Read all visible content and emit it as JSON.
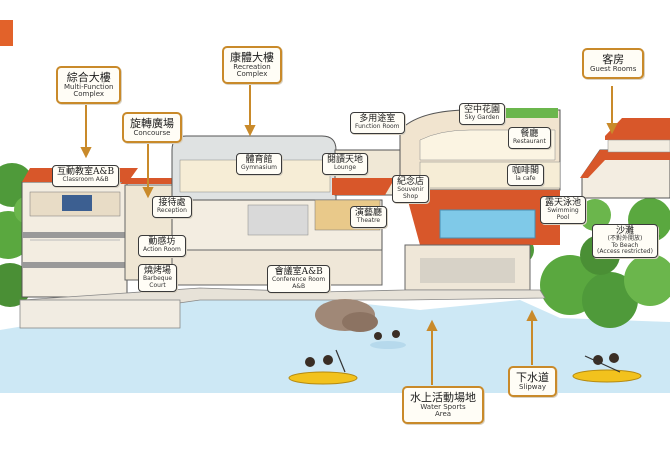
{
  "labels": {
    "multi_function": {
      "zh": "綜合大樓",
      "en1": "Multi-Function",
      "en2": "Complex"
    },
    "recreation": {
      "zh": "康體大樓",
      "en1": "Recreation",
      "en2": "Complex"
    },
    "guest_rooms": {
      "zh": "客房",
      "en1": "Guest Rooms"
    },
    "concourse": {
      "zh": "旋轉廣場",
      "en1": "Concourse"
    },
    "classroom": {
      "zh": "互動教室A&B",
      "en1": "Classroom A&B"
    },
    "gymnasium": {
      "zh": "體育館",
      "en1": "Gymnasium"
    },
    "function_room": {
      "zh": "多用途室",
      "en1": "Function Room"
    },
    "sky_garden": {
      "zh": "空中花園",
      "en1": "Sky Garden"
    },
    "restaurant": {
      "zh": "餐廳",
      "en1": "Restaurant"
    },
    "lounge": {
      "zh": "閱讀天地",
      "en1": "Lounge"
    },
    "souvenir": {
      "zh": "紀念店",
      "en1": "Souvenir",
      "en2": "Shop"
    },
    "la_cafe": {
      "zh": "咖啡閣",
      "en1": "la cafe"
    },
    "reception": {
      "zh": "接待處",
      "en1": "Reception"
    },
    "theatre": {
      "zh": "演藝廳",
      "en1": "Theatre"
    },
    "swimming_pool": {
      "zh": "露天泳池",
      "en1": "Swimming",
      "en2": "Pool"
    },
    "action_room": {
      "zh": "動感坊",
      "en1": "Action Room"
    },
    "beach": {
      "zh": "沙灘",
      "en1": "(不對外開放)",
      "en2": "To Beach",
      "en3": "(Access restricted)"
    },
    "barbeque": {
      "zh": "燒烤場",
      "en1": "Barbeque",
      "en2": "Court"
    },
    "conference": {
      "zh": "會議室A&B",
      "en1": "Conference Room",
      "en2": "A&B"
    },
    "water_sports": {
      "zh": "水上活動場地",
      "en1": "Water Sports",
      "en2": "Area"
    },
    "slipway": {
      "zh": "下水道",
      "en1": "Slipway"
    }
  },
  "colors": {
    "sea": "#cde8f5",
    "roof": "#d8572a",
    "tree": "#5aa83f",
    "label_border": "#c98a2a",
    "pool": "#7fc9e8",
    "kayak": "#f2c21d"
  }
}
